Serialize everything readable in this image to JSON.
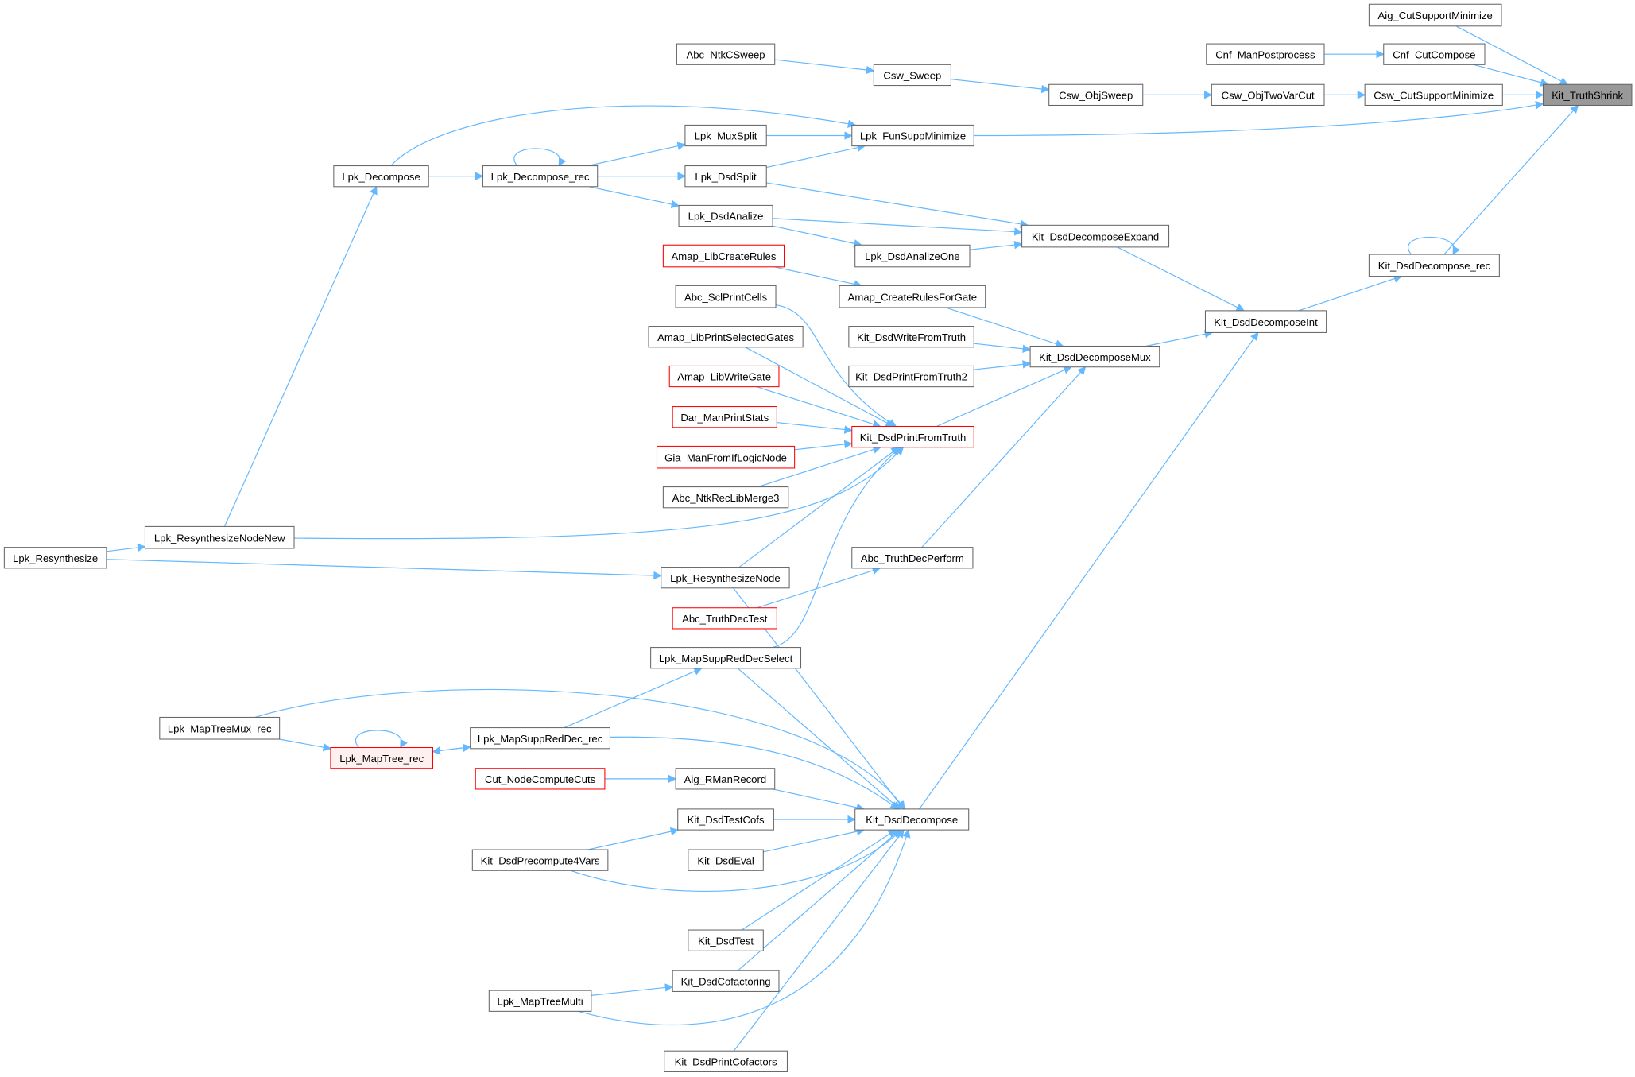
{
  "graph": {
    "title": "Kit_TruthShrink caller graph",
    "root": "Kit_TruthShrink",
    "colors": {
      "edge": "#63b8ff",
      "border": "#666666",
      "truncated_border": "#ff0000",
      "root_fill": "#999999"
    },
    "nodes": [
      {
        "label": "Kit_TruthShrink",
        "root": true
      },
      {
        "label": "Aig_CutSupportMinimize"
      },
      {
        "label": "Cnf_ManPostprocess"
      },
      {
        "label": "Cnf_CutCompose"
      },
      {
        "label": "Csw_CutSupportMinimize"
      },
      {
        "label": "Csw_ObjTwoVarCut"
      },
      {
        "label": "Csw_ObjSweep"
      },
      {
        "label": "Csw_Sweep"
      },
      {
        "label": "Abc_NtkCSweep"
      },
      {
        "label": "Lpk_FunSuppMinimize"
      },
      {
        "label": "Lpk_MuxSplit"
      },
      {
        "label": "Lpk_DsdSplit"
      },
      {
        "label": "Lpk_Decompose"
      },
      {
        "label": "Lpk_Decompose_rec"
      },
      {
        "label": "Lpk_DsdAnalize"
      },
      {
        "label": "Kit_DsdDecomposeExpand"
      },
      {
        "label": "Lpk_DsdAnalizeOne"
      },
      {
        "label": "Amap_LibCreateRules",
        "truncated": true
      },
      {
        "label": "Amap_CreateRulesForGate"
      },
      {
        "label": "Abc_SclPrintCells"
      },
      {
        "label": "Kit_DsdDecompose_rec"
      },
      {
        "label": "Kit_DsdDecomposeInt"
      },
      {
        "label": "Amap_LibPrintSelectedGates"
      },
      {
        "label": "Kit_DsdWriteFromTruth"
      },
      {
        "label": "Kit_DsdDecomposeMux"
      },
      {
        "label": "Kit_DsdPrintFromTruth2"
      },
      {
        "label": "Amap_LibWriteGate",
        "truncated": true
      },
      {
        "label": "Dar_ManPrintStats",
        "truncated": true
      },
      {
        "label": "Kit_DsdPrintFromTruth",
        "truncated": true
      },
      {
        "label": "Gia_ManFromIfLogicNode",
        "truncated": true
      },
      {
        "label": "Abc_NtkRecLibMerge3"
      },
      {
        "label": "Lpk_ResynthesizeNodeNew"
      },
      {
        "label": "Lpk_Resynthesize"
      },
      {
        "label": "Abc_TruthDecPerform"
      },
      {
        "label": "Lpk_ResynthesizeNode"
      },
      {
        "label": "Abc_TruthDecTest",
        "truncated": true
      },
      {
        "label": "Lpk_MapSuppRedDecSelect"
      },
      {
        "label": "Lpk_MapTreeMux_rec"
      },
      {
        "label": "Lpk_MapTree_rec",
        "truncated": true
      },
      {
        "label": "Lpk_MapSuppRedDec_rec"
      },
      {
        "label": "Cut_NodeComputeCuts",
        "truncated": true
      },
      {
        "label": "Aig_RManRecord"
      },
      {
        "label": "Kit_DsdDecompose"
      },
      {
        "label": "Kit_DsdTestCofs"
      },
      {
        "label": "Kit_DsdPrecompute4Vars"
      },
      {
        "label": "Kit_DsdEval"
      },
      {
        "label": "Kit_DsdTest"
      },
      {
        "label": "Kit_DsdCofactoring"
      },
      {
        "label": "Lpk_MapTreeMulti"
      },
      {
        "label": "Kit_DsdPrintCofactors"
      }
    ],
    "edges": [
      [
        "Aig_CutSupportMinimize",
        "Kit_TruthShrink"
      ],
      [
        "Cnf_CutCompose",
        "Kit_TruthShrink"
      ],
      [
        "Csw_CutSupportMinimize",
        "Kit_TruthShrink"
      ],
      [
        "Lpk_FunSuppMinimize",
        "Kit_TruthShrink"
      ],
      [
        "Kit_DsdDecompose_rec",
        "Kit_TruthShrink"
      ],
      [
        "Cnf_ManPostprocess",
        "Cnf_CutCompose"
      ],
      [
        "Csw_ObjTwoVarCut",
        "Csw_CutSupportMinimize"
      ],
      [
        "Csw_ObjSweep",
        "Csw_ObjTwoVarCut"
      ],
      [
        "Csw_Sweep",
        "Csw_ObjSweep"
      ],
      [
        "Abc_NtkCSweep",
        "Csw_Sweep"
      ],
      [
        "Lpk_MuxSplit",
        "Lpk_FunSuppMinimize"
      ],
      [
        "Lpk_DsdSplit",
        "Lpk_FunSuppMinimize"
      ],
      [
        "Lpk_Decompose",
        "Lpk_FunSuppMinimize"
      ],
      [
        "Lpk_Decompose_rec",
        "Lpk_MuxSplit"
      ],
      [
        "Lpk_Decompose_rec",
        "Lpk_DsdSplit"
      ],
      [
        "Lpk_Decompose_rec",
        "Lpk_DsdAnalize"
      ],
      [
        "Lpk_Decompose_rec",
        "Lpk_Decompose_rec"
      ],
      [
        "Lpk_Decompose",
        "Lpk_Decompose_rec"
      ],
      [
        "Lpk_DsdSplit",
        "Kit_DsdDecomposeExpand"
      ],
      [
        "Lpk_DsdAnalize",
        "Kit_DsdDecomposeExpand"
      ],
      [
        "Lpk_DsdAnalize",
        "Lpk_DsdAnalizeOne"
      ],
      [
        "Lpk_DsdAnalizeOne",
        "Kit_DsdDecomposeExpand"
      ],
      [
        "Kit_DsdDecomposeExpand",
        "Kit_DsdDecomposeInt"
      ],
      [
        "Kit_DsdDecomposeInt",
        "Kit_DsdDecompose_rec"
      ],
      [
        "Kit_DsdDecompose_rec",
        "Kit_DsdDecompose_rec"
      ],
      [
        "Amap_LibCreateRules",
        "Amap_CreateRulesForGate"
      ],
      [
        "Amap_CreateRulesForGate",
        "Kit_DsdDecomposeMux"
      ],
      [
        "Kit_DsdWriteFromTruth",
        "Kit_DsdDecomposeMux"
      ],
      [
        "Kit_DsdPrintFromTruth2",
        "Kit_DsdDecomposeMux"
      ],
      [
        "Kit_DsdPrintFromTruth",
        "Kit_DsdDecomposeMux"
      ],
      [
        "Abc_TruthDecPerform",
        "Kit_DsdDecomposeMux"
      ],
      [
        "Kit_DsdDecomposeMux",
        "Kit_DsdDecomposeInt"
      ],
      [
        "Kit_DsdDecompose",
        "Kit_DsdDecomposeInt"
      ],
      [
        "Abc_SclPrintCells",
        "Kit_DsdPrintFromTruth"
      ],
      [
        "Amap_LibPrintSelectedGates",
        "Kit_DsdPrintFromTruth"
      ],
      [
        "Amap_LibWriteGate",
        "Kit_DsdPrintFromTruth"
      ],
      [
        "Dar_ManPrintStats",
        "Kit_DsdPrintFromTruth"
      ],
      [
        "Gia_ManFromIfLogicNode",
        "Kit_DsdPrintFromTruth"
      ],
      [
        "Abc_NtkRecLibMerge3",
        "Kit_DsdPrintFromTruth"
      ],
      [
        "Lpk_ResynthesizeNodeNew",
        "Kit_DsdPrintFromTruth"
      ],
      [
        "Lpk_ResynthesizeNode",
        "Kit_DsdPrintFromTruth"
      ],
      [
        "Lpk_MapSuppRedDecSelect",
        "Kit_DsdPrintFromTruth"
      ],
      [
        "Lpk_ResynthesizeNodeNew",
        "Lpk_Decompose"
      ],
      [
        "Lpk_Resynthesize",
        "Lpk_ResynthesizeNodeNew"
      ],
      [
        "Lpk_Resynthesize",
        "Lpk_ResynthesizeNode"
      ],
      [
        "Abc_TruthDecTest",
        "Abc_TruthDecPerform"
      ],
      [
        "Lpk_ResynthesizeNode",
        "Kit_DsdDecompose"
      ],
      [
        "Lpk_MapSuppRedDecSelect",
        "Kit_DsdDecompose"
      ],
      [
        "Lpk_MapTreeMux_rec",
        "Kit_DsdDecompose"
      ],
      [
        "Lpk_MapSuppRedDec_rec",
        "Kit_DsdDecompose"
      ],
      [
        "Aig_RManRecord",
        "Kit_DsdDecompose"
      ],
      [
        "Kit_DsdTestCofs",
        "Kit_DsdDecompose"
      ],
      [
        "Kit_DsdEval",
        "Kit_DsdDecompose"
      ],
      [
        "Kit_DsdPrecompute4Vars",
        "Kit_DsdDecompose"
      ],
      [
        "Kit_DsdTest",
        "Kit_DsdDecompose"
      ],
      [
        "Kit_DsdCofactoring",
        "Kit_DsdDecompose"
      ],
      [
        "Lpk_MapTreeMulti",
        "Kit_DsdDecompose"
      ],
      [
        "Kit_DsdPrintCofactors",
        "Kit_DsdDecompose"
      ],
      [
        "Lpk_MapSuppRedDec_rec",
        "Lpk_MapSuppRedDecSelect"
      ],
      [
        "Lpk_MapTreeMux_rec",
        "Lpk_MapTree_rec"
      ],
      [
        "Lpk_MapSuppRedDec_rec",
        "Lpk_MapTree_rec"
      ],
      [
        "Lpk_MapTree_rec",
        "Lpk_MapSuppRedDec_rec"
      ],
      [
        "Lpk_MapTree_rec",
        "Lpk_MapTree_rec"
      ],
      [
        "Cut_NodeComputeCuts",
        "Aig_RManRecord"
      ],
      [
        "Kit_DsdPrecompute4Vars",
        "Kit_DsdTestCofs"
      ],
      [
        "Lpk_MapTreeMulti",
        "Kit_DsdCofactoring"
      ]
    ]
  }
}
